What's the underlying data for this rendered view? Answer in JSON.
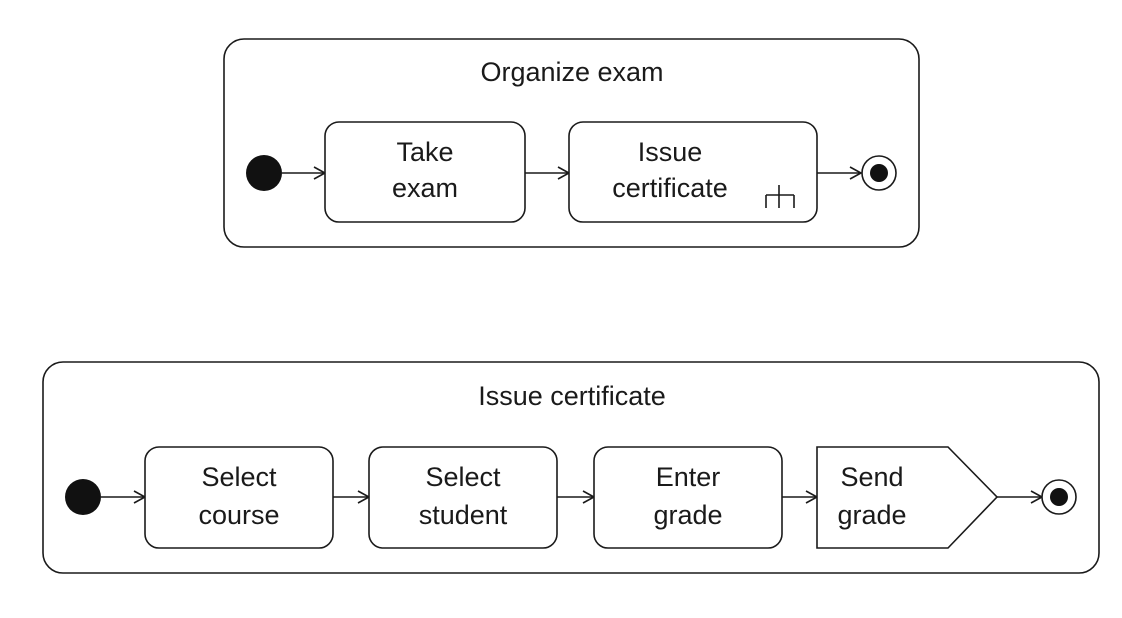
{
  "organize_exam": {
    "title": "Organize exam",
    "actions": [
      {
        "line1": "Take",
        "line2": "exam"
      },
      {
        "line1": "Issue",
        "line2": "certificate",
        "icon": "call-behavior-rake-icon"
      }
    ]
  },
  "issue_certificate": {
    "title": "Issue certificate",
    "actions": [
      {
        "line1": "Select",
        "line2": "course"
      },
      {
        "line1": "Select",
        "line2": "student"
      },
      {
        "line1": "Enter",
        "line2": "grade"
      }
    ],
    "signal": {
      "line1": "Send",
      "line2": "grade"
    }
  },
  "colors": {
    "stroke": "#1a1a1a",
    "fill": "#ffffff",
    "node": "#111111"
  }
}
